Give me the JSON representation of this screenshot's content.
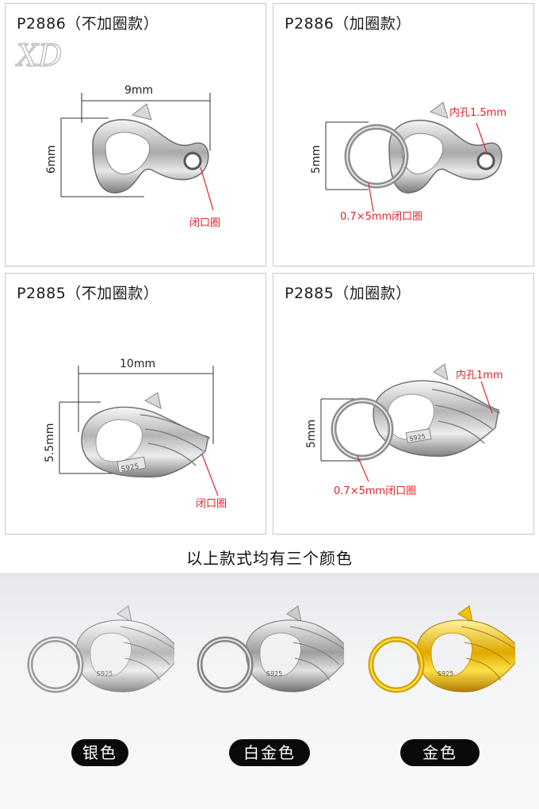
{
  "panels": [
    {
      "title": "P2886（不加圈款）",
      "width_label": "9mm",
      "height_label": "6mm",
      "callout": "闭口圈"
    },
    {
      "title": "P2886（加圈款）",
      "height_label": "5mm",
      "hole_label": "内孔1.5mm",
      "ring_label": "0.7×5mm闭口圈"
    },
    {
      "title": "P2885（不加圈款）",
      "width_label": "10mm",
      "height_label": "5.5mm",
      "callout": "闭口圈",
      "stamp": "S925"
    },
    {
      "title": "P2885（加圈款）",
      "height_label": "5mm",
      "hole_label": "内孔1mm",
      "ring_label": "0.7×5mm闭口圈",
      "stamp": "S925"
    }
  ],
  "logo_text": "XD",
  "note": "以上款式均有三个颜色",
  "colors": [
    {
      "label": "银色",
      "swatch": "#d9dadd",
      "stamp": "S925"
    },
    {
      "label": "白金色",
      "swatch": "#c9cacd",
      "stamp": "S925"
    },
    {
      "label": "金色",
      "swatch": "#f2c200",
      "stamp": "S925"
    }
  ]
}
